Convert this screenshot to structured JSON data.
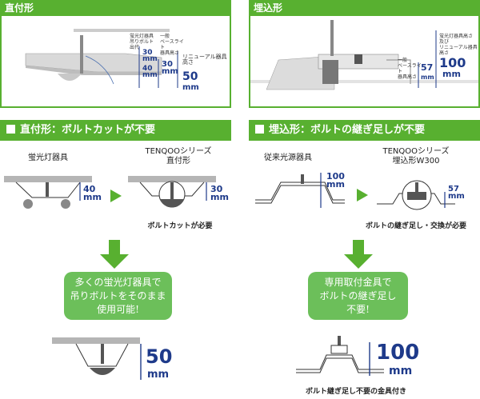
{
  "top_left": {
    "header": "直付形",
    "label_fl_device": "蛍光灯器具\n吊りボルト\n出代",
    "label_base_light": "一般\nベースライト\n器具高さ",
    "label_renewal": "リニューアル器具\n高さ",
    "dim_small": "30\nmm",
    "dim_small2": "40\nmm",
    "dim_base": "30\nmm",
    "dim_total_num": "50",
    "dim_total_unit": "mm"
  },
  "top_right": {
    "header": "埋込形",
    "label_height": "蛍光灯器具高さ\n及び\nリニューアル器具\n高さ",
    "label_base": "一般\nベースライト\n器具高さ",
    "dim_base_num": "57",
    "dim_base_unit": "mm",
    "dim_total_num": "100",
    "dim_total_unit": "mm"
  },
  "left_section": {
    "band_title": "直付形：ボルトカットが不要",
    "before_label": "蛍光灯器具",
    "after_label": "TENQOOシリーズ\n直付形",
    "before_dim": "40\nmm",
    "after_dim": "30\nmm",
    "after_caption": "ボルトカットが必要",
    "callout": "多くの蛍光灯器具で\n吊りボルトをそのまま\n使用可能!",
    "result_dim_num": "50",
    "result_dim_unit": "mm"
  },
  "right_section": {
    "band_title": "埋込形：ボルトの継ぎ足しが不要",
    "before_label": "従来光源器具",
    "after_label": "TENQOOシリーズ\n埋込形W300",
    "before_dim": "100\nmm",
    "after_dim": "57\nmm",
    "after_caption": "ボルトの継ぎ足し・交換が必要",
    "callout": "専用取付金具で\nボルトの継ぎ足し\n不要!",
    "result_dim_num": "100",
    "result_dim_unit": "mm",
    "result_caption": "ボルト継ぎ足し不要の金具付き"
  },
  "colors": {
    "green": "#58b030",
    "green_light": "#6cbf5a",
    "navy": "#1e3a8a",
    "gray_ceiling": "#b5b5b5"
  }
}
